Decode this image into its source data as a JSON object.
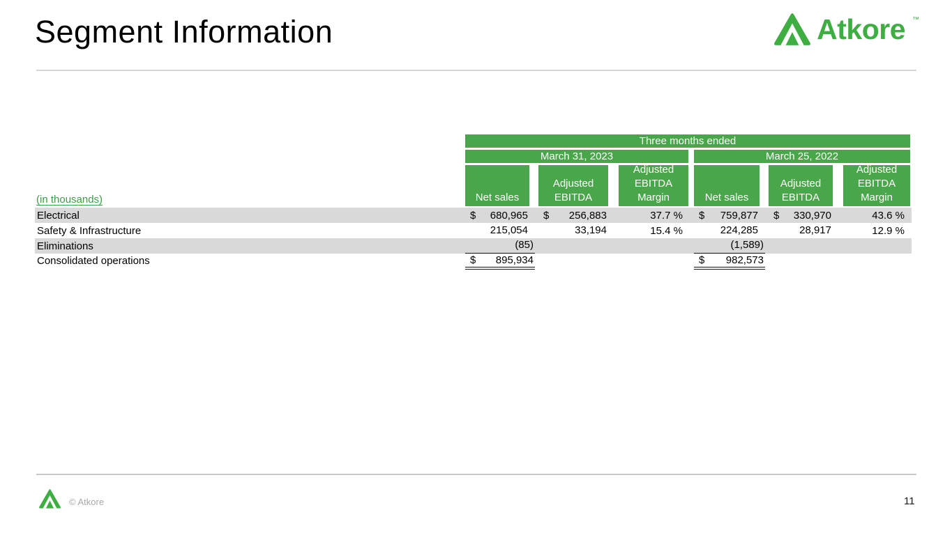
{
  "page": {
    "title": "Segment Information",
    "page_number": "11",
    "footer_copyright": "© Atkore"
  },
  "logo": {
    "text": "Atkore",
    "trademark": "™"
  },
  "colors": {
    "brand_green": "#3FAE42",
    "table_header_green": "#4AA64A",
    "row_shade_gray": "#D9D9D9",
    "units_link_green": "#3E9C44"
  },
  "table": {
    "span_header": "Three months ended",
    "period_headers": [
      "March 31, 2023",
      "March 25, 2022"
    ],
    "col_headers": [
      "Net sales",
      "Adjusted EBITDA",
      "Adjusted EBITDA Margin",
      "Net sales",
      "Adjusted EBITDA",
      "Adjusted EBITDA Margin"
    ],
    "unit_label": "(in thousands)",
    "rows": [
      {
        "label": "Electrical",
        "cells": [
          {
            "d": "$",
            "v": "680,965"
          },
          {
            "d": "$",
            "v": "256,883"
          },
          {
            "v": "37.7 %"
          },
          {
            "d": "$",
            "v": "759,877"
          },
          {
            "d": "$",
            "v": "330,970"
          },
          {
            "v": "43.6 %"
          }
        ]
      },
      {
        "label": "Safety & Infrastructure",
        "cells": [
          {
            "v": "215,054"
          },
          {
            "v": "33,194"
          },
          {
            "v": "15.4 %"
          },
          {
            "v": "224,285"
          },
          {
            "v": "28,917"
          },
          {
            "v": "12.9 %"
          }
        ]
      },
      {
        "label": "Eliminations",
        "cells": [
          {
            "v": "(85)"
          },
          {},
          {},
          {
            "v": "(1,589)"
          },
          {},
          {}
        ]
      },
      {
        "label": "Consolidated operations",
        "cells": [
          {
            "d": "$",
            "v": "895,934"
          },
          {},
          {},
          {
            "d": "$",
            "v": "982,573"
          },
          {},
          {}
        ]
      }
    ]
  }
}
